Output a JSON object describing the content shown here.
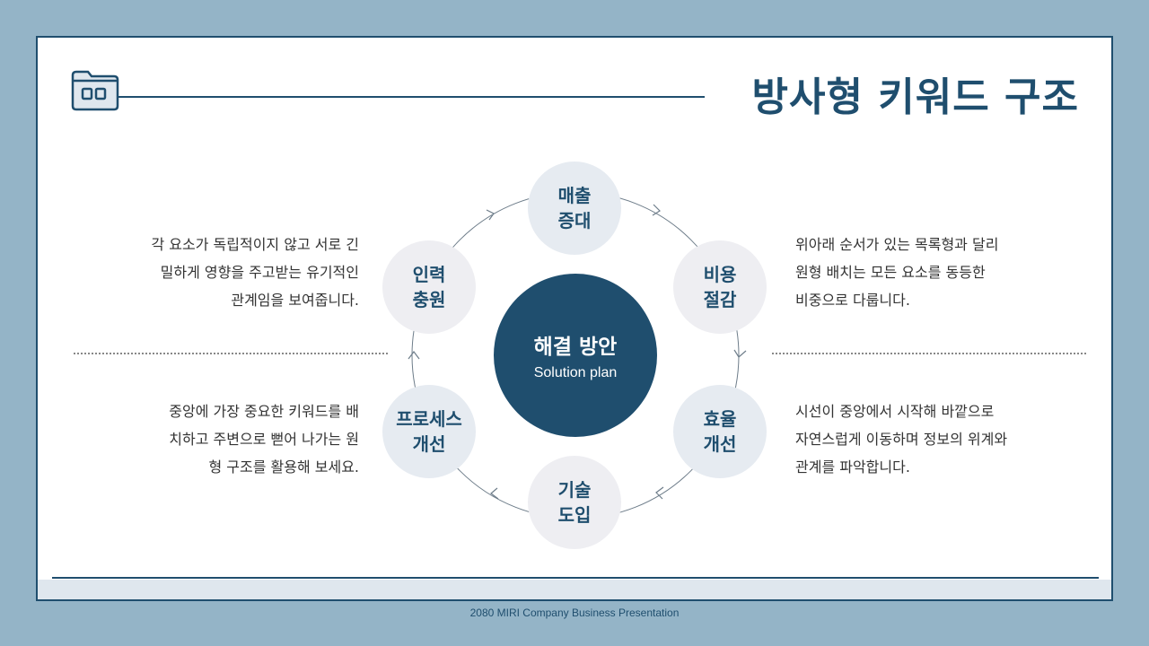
{
  "title": "방사형 키워드 구조",
  "center": {
    "title": "해결 방안",
    "subtitle": "Solution plan"
  },
  "nodes": [
    {
      "line1": "매출",
      "line2": "증대"
    },
    {
      "line1": "비용",
      "line2": "절감"
    },
    {
      "line1": "효율",
      "line2": "개선"
    },
    {
      "line1": "기술",
      "line2": "도입"
    },
    {
      "line1": "프로세스",
      "line2": "개선"
    },
    {
      "line1": "인력",
      "line2": "충원"
    }
  ],
  "descriptions": {
    "top_left": [
      "각 요소가 독립적이지 않고 서로 긴",
      "밀하게 영향을 주고받는 유기적인",
      "관계임을 보여줍니다."
    ],
    "top_right": [
      "위아래 순서가 있는 목록형과 달리",
      "원형 배치는 모든 요소를 동등한",
      "비중으로 다룹니다."
    ],
    "bottom_left": [
      "중앙에 가장 중요한 키워드를 배",
      "치하고 주변으로 뻗어 나가는 원",
      "형 구조를 활용해 보세요."
    ],
    "bottom_right": [
      "시선이 중앙에서 시작해 바깥으로",
      "자연스럽게 이동하며 정보의 위계와",
      "관계를 파악합니다."
    ]
  },
  "footer": "2080 MIRI Company Business Presentation",
  "colors": {
    "primary": "#1f4e6e",
    "background": "#94b4c7",
    "node_light": "#e6ebf1",
    "node_alt": "#eeeef2"
  },
  "icons": [
    "folder-icon"
  ]
}
